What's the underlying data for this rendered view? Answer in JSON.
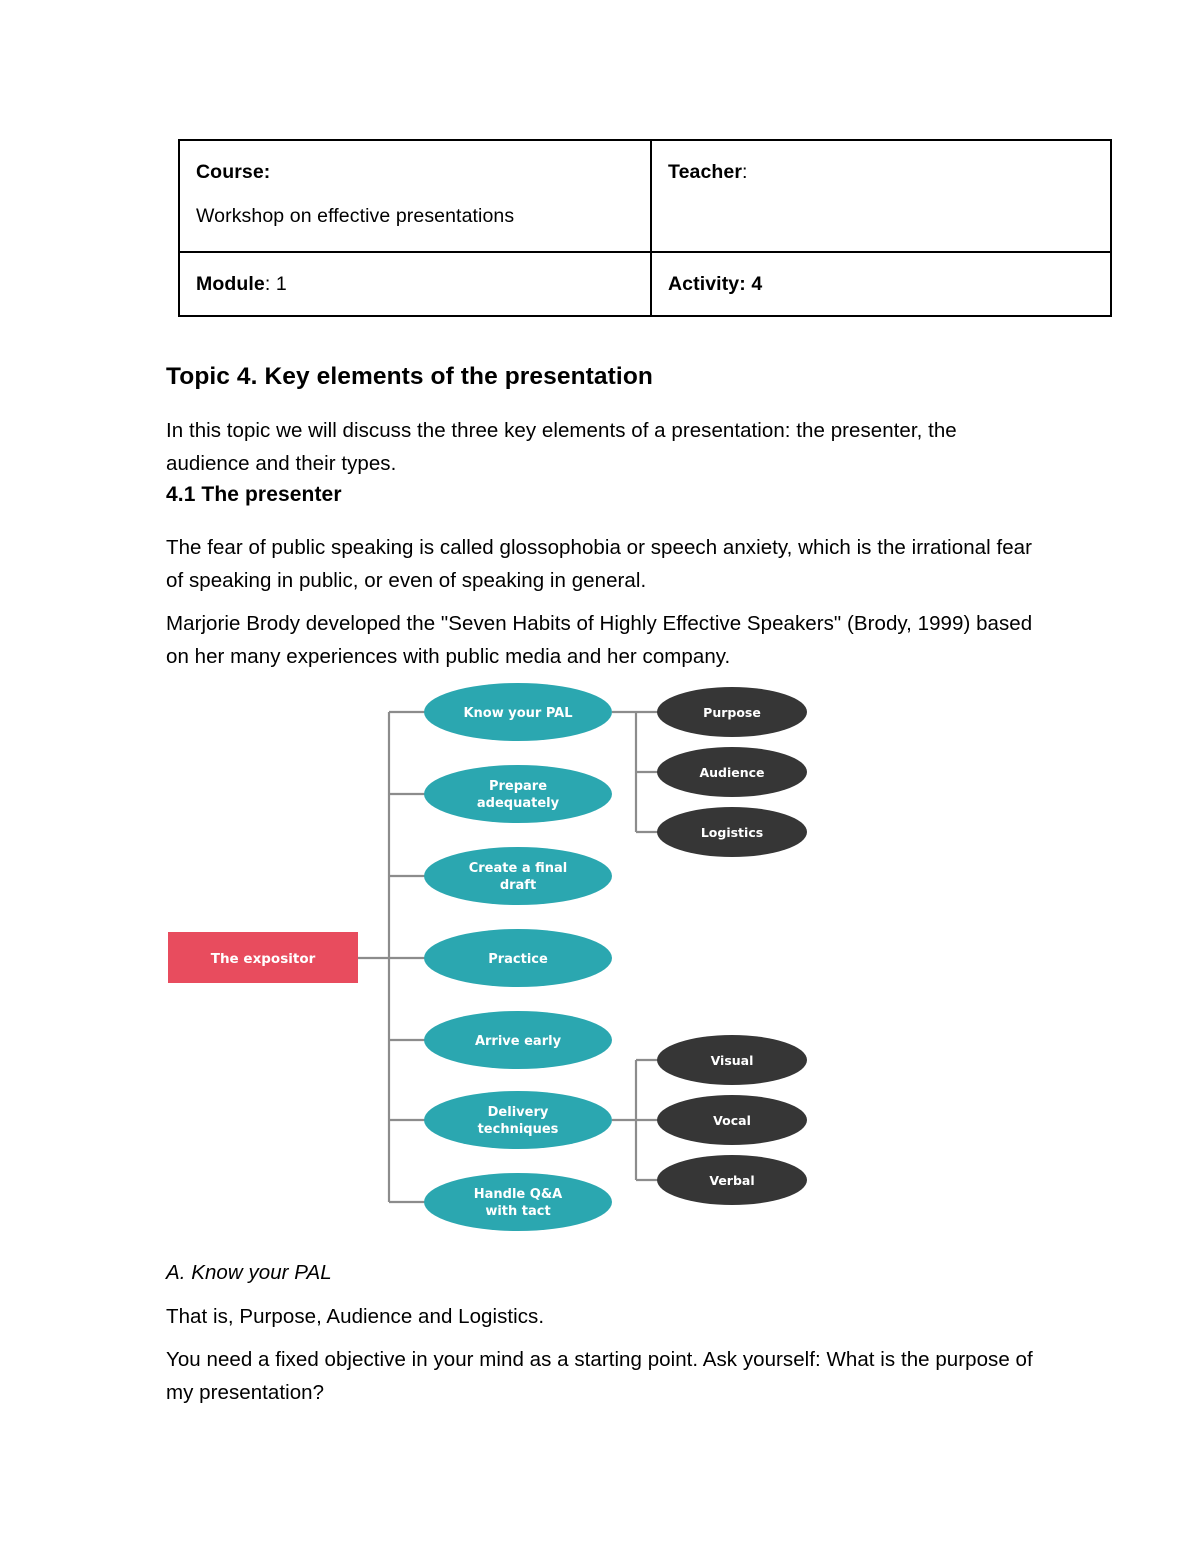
{
  "document": {
    "info_table": {
      "rows": [
        {
          "left_label": "Course:",
          "left_value": "Workshop on effective presentations",
          "right_label": "Teacher",
          "right_value": ":"
        },
        {
          "left_label": "Module",
          "left_value": ": 1",
          "right_label": "Activity: 4",
          "right_value": ""
        }
      ]
    },
    "heading": "Topic 4. Key elements of the presentation",
    "intro_paragraph": "In this topic we will discuss the three key elements of a presentation: the presenter, the audience and their types.",
    "section_4_1_heading": "4.1 The presenter",
    "paragraph_fear": "The fear of public speaking is called glossophobia or speech anxiety, which is the irrational fear of speaking in public, or even of speaking in general.",
    "paragraph_brody": "Marjorie Brody developed the \"Seven Habits of Highly Effective Speakers\" (Brody, 1999) based on her many experiences with public media and her company.",
    "subheading_a": "A. Know your PAL",
    "paragraph_thatis": "That is, Purpose, Audience and Logistics.",
    "paragraph_need": "You need a fixed objective in your mind as a starting point.  Ask yourself: What is the purpose of my presentation?"
  },
  "diagram": {
    "type": "tree",
    "colors": {
      "root": "#E84C5E",
      "branch": "#2BA7B0",
      "leaf": "#363636",
      "connector": "#8C8C8C",
      "node_text": "#FFFFFF"
    },
    "root": {
      "label": "The expositor"
    },
    "branches": [
      {
        "label_line1": "Know your PAL",
        "label_line2": ""
      },
      {
        "label_line1": "Prepare",
        "label_line2": "adequately"
      },
      {
        "label_line1": "Create a final",
        "label_line2": "draft"
      },
      {
        "label_line1": "Practice",
        "label_line2": ""
      },
      {
        "label_line1": "Arrive early",
        "label_line2": ""
      },
      {
        "label_line1": "Delivery",
        "label_line2": "techniques"
      },
      {
        "label_line1": "Handle Q&A",
        "label_line2": "with tact"
      }
    ],
    "leaves_pal": [
      {
        "label": "Purpose"
      },
      {
        "label": "Audience"
      },
      {
        "label": "Logistics"
      }
    ],
    "leaves_delivery": [
      {
        "label": "Visual"
      },
      {
        "label": "Vocal"
      },
      {
        "label": "Verbal"
      }
    ]
  }
}
